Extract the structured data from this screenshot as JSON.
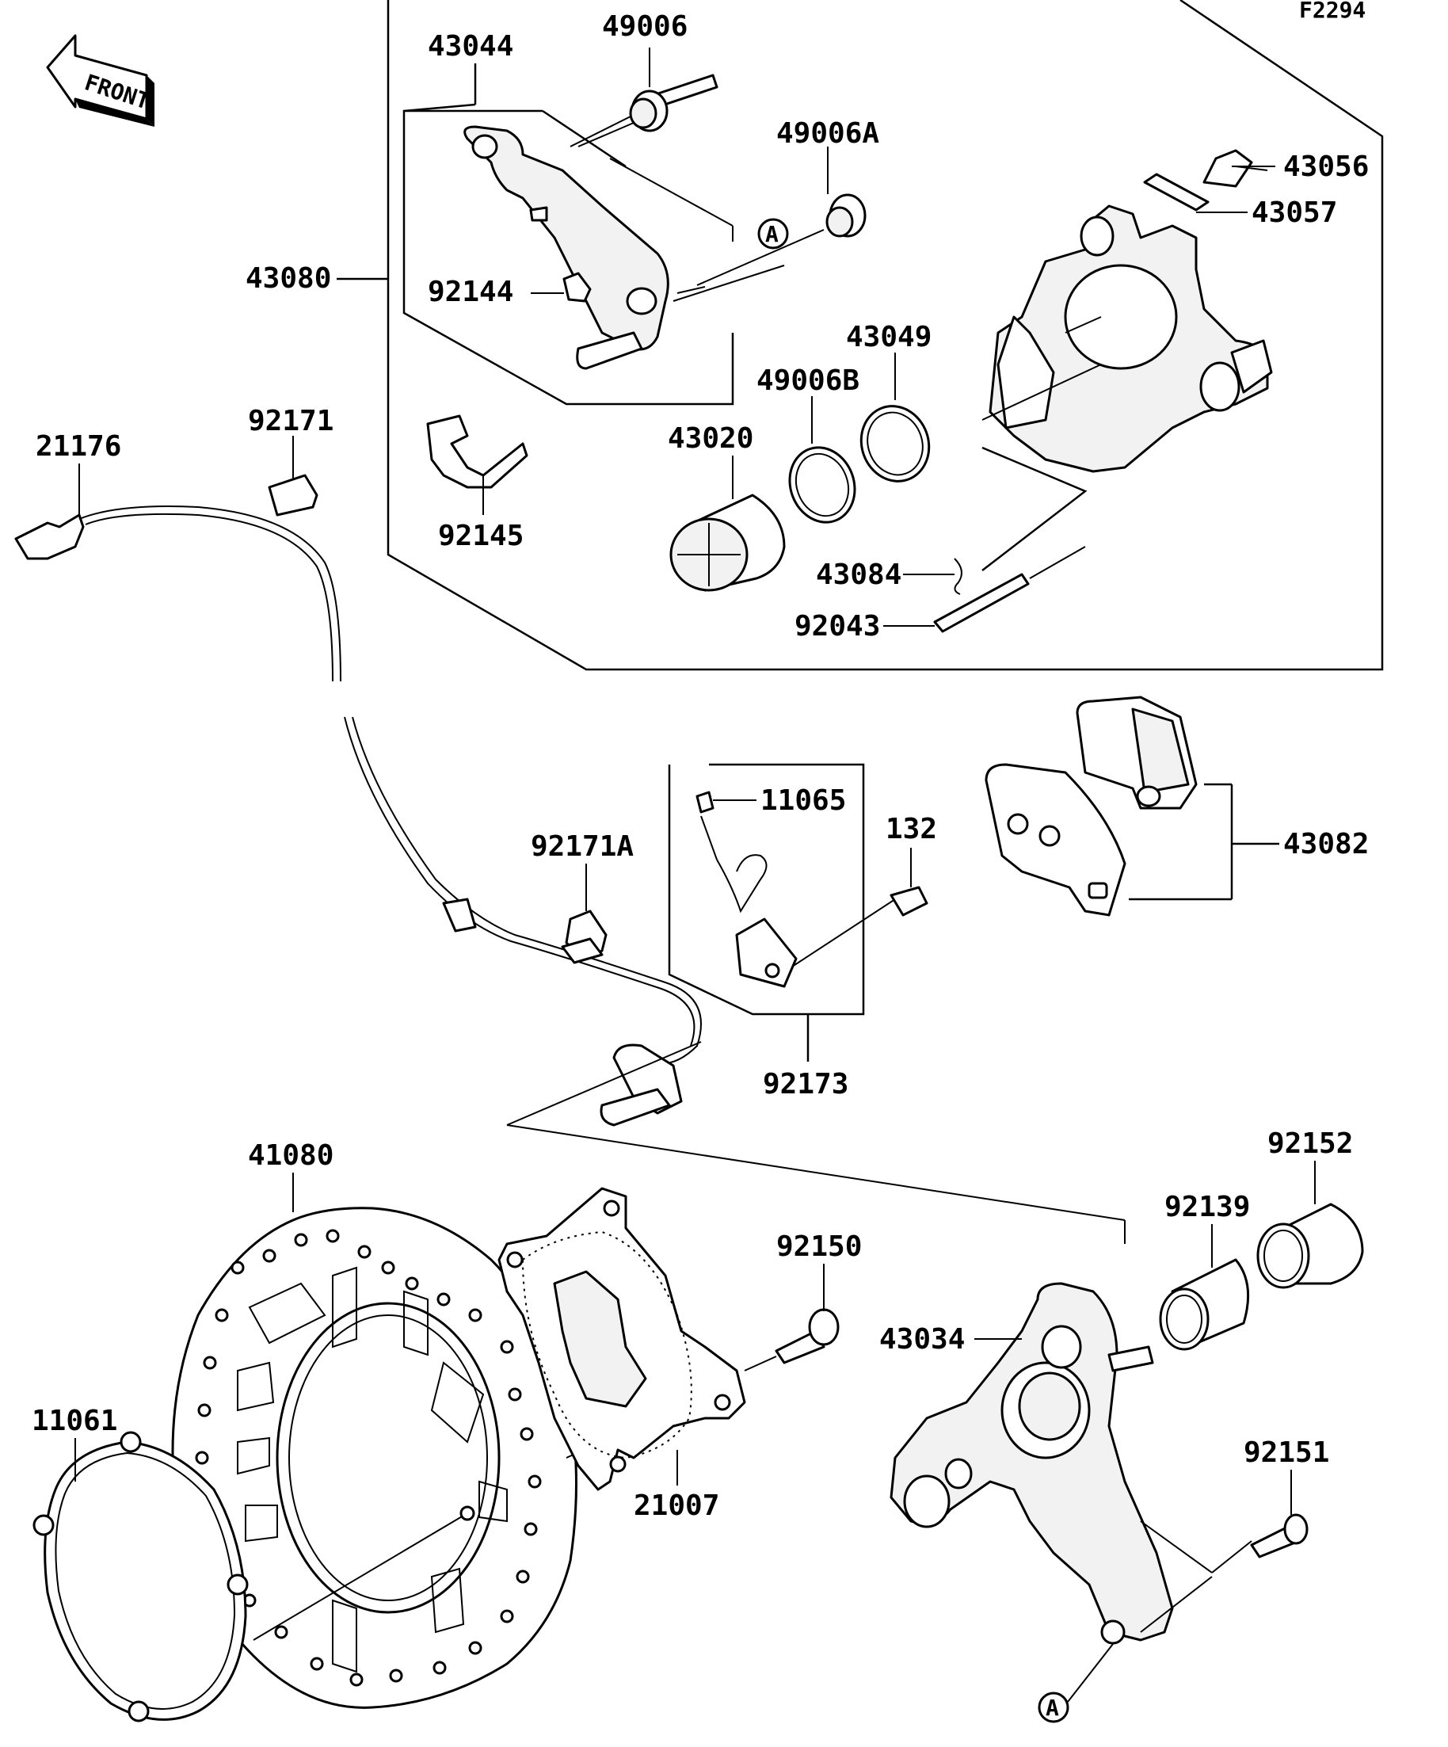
{
  "figure_code": "F2294",
  "front_arrow_label": "FRONT",
  "ref_marker": "A",
  "part_numbers": {
    "p43044": "43044",
    "p49006": "49006",
    "p49006A": "49006A",
    "p43056": "43056",
    "p43057": "43057",
    "p43080": "43080",
    "p92144": "92144",
    "p43049": "43049",
    "p49006B": "49006B",
    "p92171": "92171",
    "p21176": "21176",
    "p43020": "43020",
    "p92145": "92145",
    "p43084": "43084",
    "p92043": "92043",
    "p11065": "11065",
    "p132": "132",
    "p43082": "43082",
    "p92171A": "92171A",
    "p92173": "92173",
    "p41080": "41080",
    "p92152": "92152",
    "p92139": "92139",
    "p92150": "92150",
    "p43034": "43034",
    "p11061": "11061",
    "p92151": "92151",
    "p21007": "21007"
  }
}
